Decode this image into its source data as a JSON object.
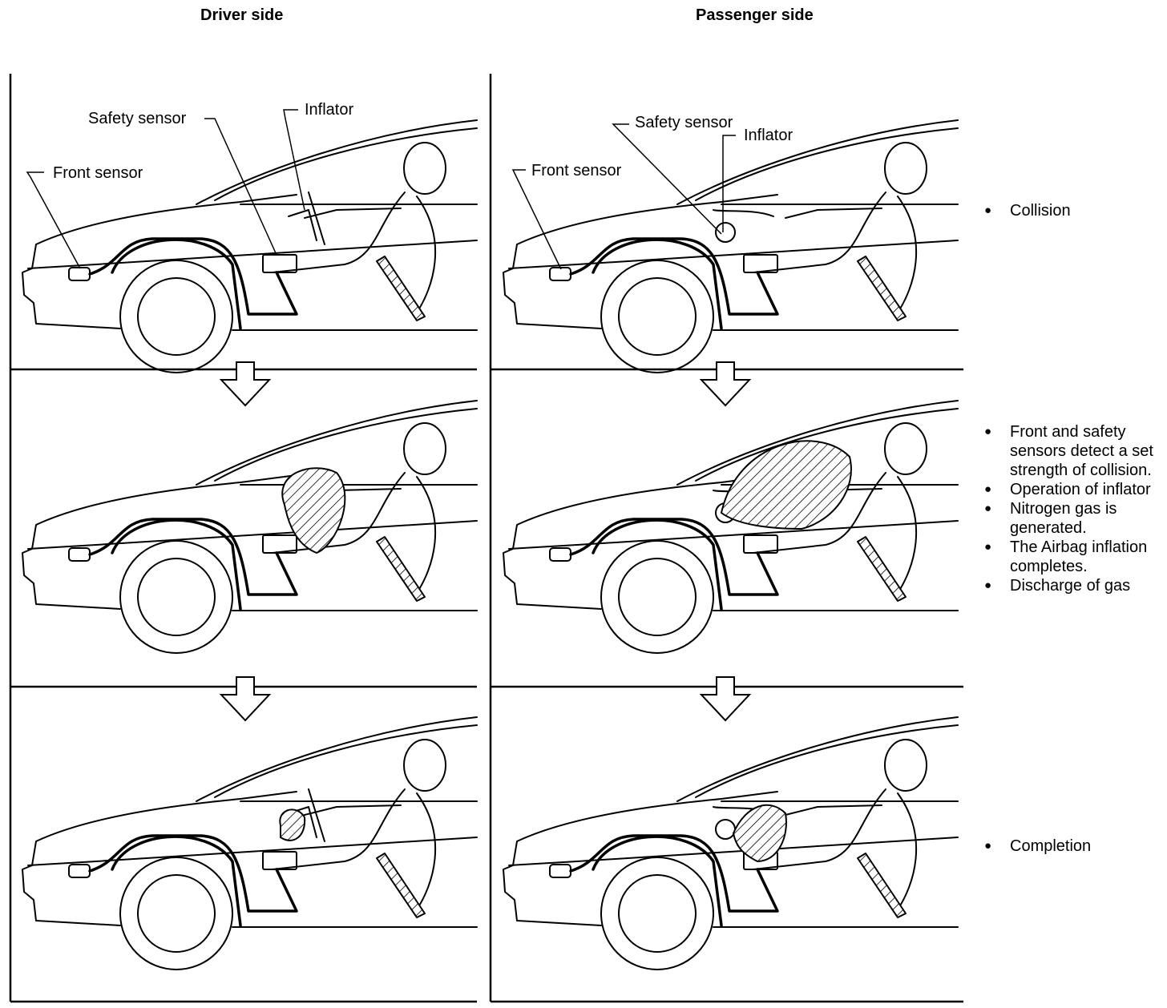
{
  "columns": {
    "driver": "Driver side",
    "passenger": "Passenger side"
  },
  "labels": {
    "driver": {
      "safety_sensor": "Safety sensor",
      "inflator": "Inflator",
      "front_sensor": "Front sensor"
    },
    "passenger": {
      "safety_sensor": "Safety sensor",
      "inflator": "Inflator",
      "front_sensor": "Front sensor"
    }
  },
  "steps": {
    "collision": "Collision",
    "deploy": [
      "Front and safety sensors detect a set strength of collision.",
      "Operation of inflator",
      "Nitrogen gas is generated.",
      "The Airbag inflation completes.",
      "Discharge of gas"
    ],
    "completion": "Completion"
  }
}
